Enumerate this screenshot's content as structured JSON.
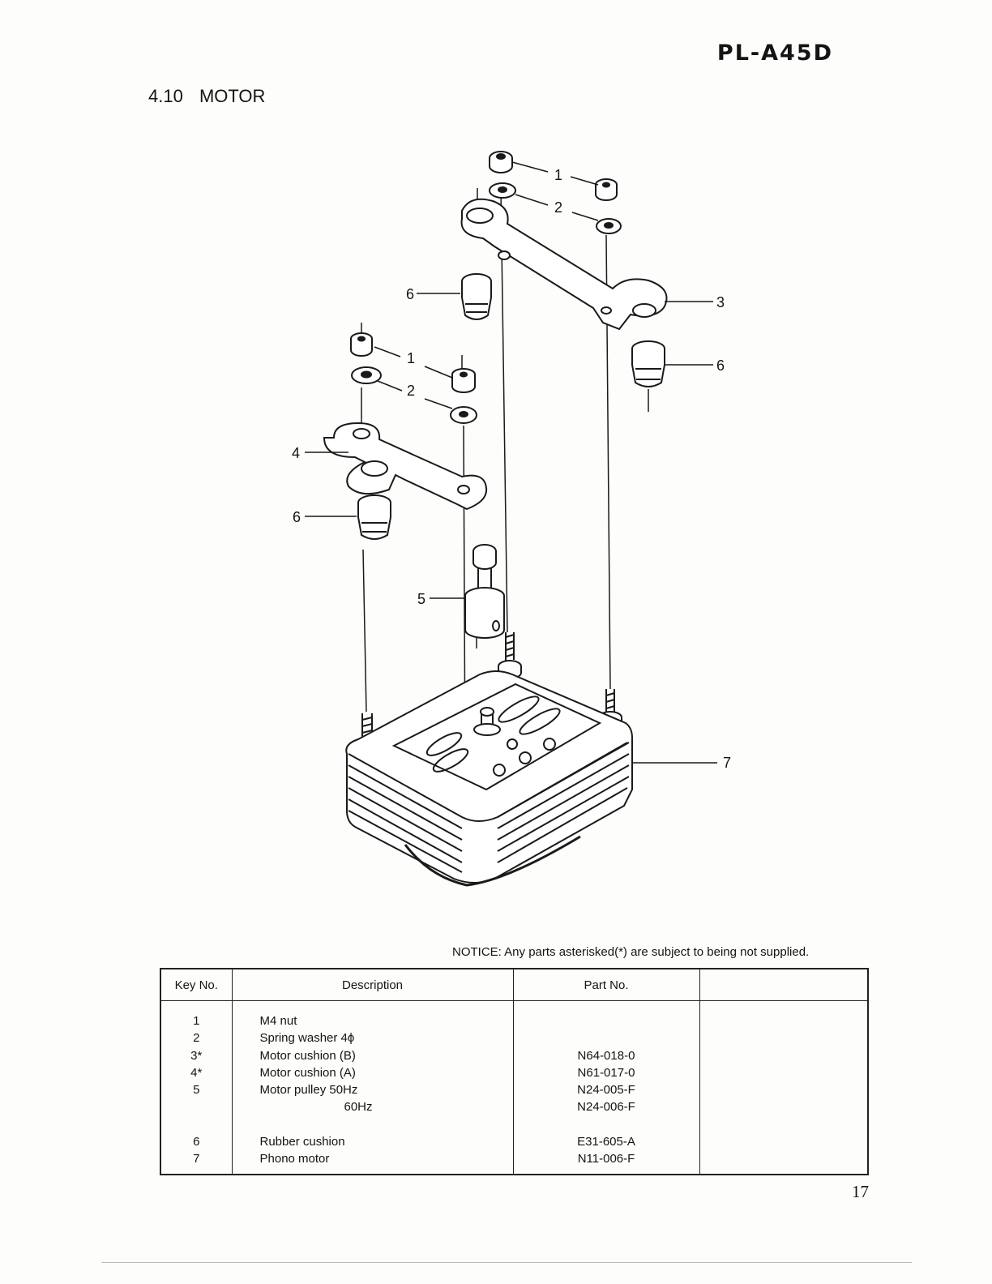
{
  "header": {
    "model": "PL-A45D"
  },
  "section": {
    "number": "4.10",
    "title": "MOTOR"
  },
  "diagram": {
    "callouts": [
      "1",
      "2",
      "3",
      "4",
      "5",
      "6",
      "7",
      "1",
      "2",
      "6",
      "6"
    ]
  },
  "notice": "NOTICE: Any parts asterisked(*) are subject to being not supplied.",
  "table": {
    "headers": [
      "Key No.",
      "Description",
      "Part No.",
      ""
    ],
    "keys": [
      "1",
      "2",
      "3*",
      "4*",
      "5",
      "",
      "",
      "6",
      "7"
    ],
    "descriptions": [
      "M4 nut",
      "Spring washer 4ϕ",
      "Motor cushion (B)",
      "Motor cushion (A)",
      "Motor pulley 50Hz",
      "60Hz",
      "",
      "Rubber cushion",
      "Phono motor"
    ],
    "parts": [
      "",
      "",
      "N64-018-0",
      "N61-017-0",
      "N24-005-F",
      "N24-006-F",
      "",
      "E31-605-A",
      "N11-006-F"
    ]
  },
  "page_number": "17"
}
